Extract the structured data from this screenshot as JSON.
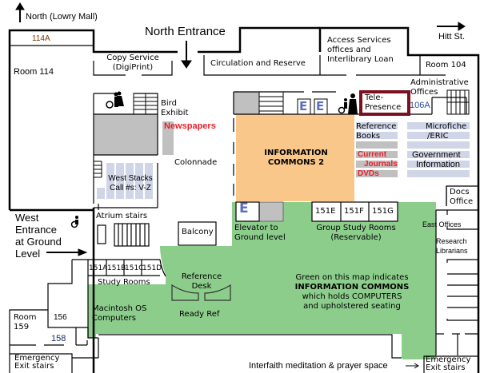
{
  "colors": {
    "info_commons_green": "#8ccd8c",
    "info_commons2_orange": "#f9c78a",
    "gray_area": "#c0c0c0",
    "shelf_blue": "#d0d6e8",
    "telepresence_border": "#7a1020",
    "red_label": "#e8202a",
    "elevator_blue": "#5a6fb8"
  },
  "compass": {
    "north_label": "North (Lowry Mall)",
    "east_label": "Hitt St."
  },
  "entrances": {
    "north": "North Entrance",
    "west": [
      "West",
      "Entrance",
      "at Ground",
      "Level"
    ]
  },
  "rooms": {
    "room_114a": "114A",
    "room_114": "Room 114",
    "copy_service": [
      "Copy Service",
      "(DigiPrint)"
    ],
    "circulation": "Circulation and Reserve",
    "access_services": [
      "Access Services",
      "offices and",
      "Interlibrary Loan"
    ],
    "room_104": "Room 104",
    "admin_offices": [
      "Administrative",
      "Offices"
    ],
    "room_106a": "106A",
    "telepresence": [
      "Tele-",
      "Presence"
    ],
    "bird_exhibit": [
      "Bird",
      "Exhibit"
    ],
    "newspapers": "Newspapers",
    "colonnade": "Colonnade",
    "west_stacks": [
      "West Stacks",
      "Call #s: V-Z"
    ],
    "info_commons_2": [
      "INFORMATION",
      "COMMONS 2"
    ],
    "reference_books": [
      "Reference",
      "Books"
    ],
    "current_journals": [
      "Current",
      "Journals"
    ],
    "dvds": "DVDs",
    "microfiche": [
      "Microfiche",
      "/ERIC"
    ],
    "gov_info": [
      "Government",
      "Information"
    ],
    "docs_office": [
      "Docs",
      "Office"
    ],
    "east_offices": "East Offices",
    "research_librarians": [
      "Research",
      "Librarians"
    ],
    "atrium_stairs": "Atrium stairs",
    "balcony": "Balcony",
    "elevator_label": [
      "Elevator to",
      "Ground level"
    ],
    "elevator_letter": "E",
    "group_study": [
      "151E",
      "151F",
      "151G"
    ],
    "group_study_label": [
      "Group Study Rooms",
      "(Reservable)"
    ],
    "study_rooms": [
      "151A",
      "151B",
      "151C",
      "151D"
    ],
    "study_rooms_label": "Study Rooms",
    "reference_desk": [
      "Reference",
      "Desk"
    ],
    "ready_ref": "Ready Ref",
    "mac_computers": [
      "Macintosh OS",
      "Computers"
    ],
    "room_159": [
      "Room",
      "159"
    ],
    "room_156": "156",
    "room_158": "158",
    "emergency_exit_west": [
      "Emergency",
      "Exit stairs"
    ],
    "emergency_exit_east": [
      "Emergency",
      "Exit stairs"
    ],
    "interfaith": "Interfaith meditation & prayer space"
  },
  "legend": {
    "line1": "Green on this map indicates",
    "line2": "INFORMATION COMMONS",
    "line3": "which holds COMPUTERS",
    "line4": "and upholstered seating"
  }
}
